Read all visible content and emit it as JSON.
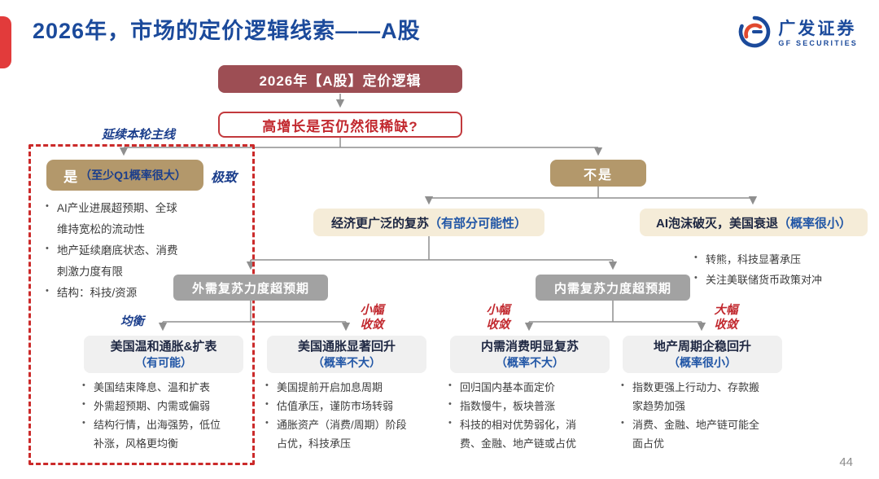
{
  "page": {
    "number": "44"
  },
  "header": {
    "title": "2026年，市场的定价逻辑线索——A股",
    "logo_cn": "广发证券",
    "logo_en": "GF SECURITIES"
  },
  "colors": {
    "accent_red": "#e23b3b",
    "title_blue": "#1b4a9b",
    "maroon_node": "#9d4e54",
    "tan_node": "#b3986b",
    "cream_node": "#f5ecd8",
    "gray_node": "#a2a2a2",
    "light_node": "#f0f0f0",
    "blue_label": "#1b3e8c",
    "blue_prob": "#2156a6",
    "red_label": "#c1272d",
    "dashed_border": "#cb2a2a"
  },
  "flowchart": {
    "root": "2026年【A股】定价逻辑",
    "question": "高增长是否仍然很稀缺?",
    "yes": {
      "path_label": "延续本轮主线",
      "main": "是",
      "sub": "（至少Q1概率很大）",
      "side_label": "极致",
      "bullets": [
        "AI产业进展超预期、全球维持宽松的流动性",
        "地产延续磨底状态、消费刺激力度有限",
        "结构：科技/资源"
      ]
    },
    "no": {
      "label": "不是",
      "recovery": {
        "title": "经济更广泛的复苏",
        "prob": "（有部分可能性）"
      },
      "ai_bust": {
        "title": "AI泡沫破灭，美国衰退",
        "prob": "（概率很小）",
        "bullets": [
          "转熊，科技显著承压",
          "关注美联储货币政策对冲"
        ]
      }
    },
    "mid": [
      {
        "label": "外需复苏力度超预期"
      },
      {
        "label": "内需复苏力度超预期"
      }
    ],
    "scenarios": [
      {
        "tag": "均衡",
        "title": "美国温和通胀&扩表",
        "prob": "（有可能）",
        "bullets": [
          "美国结束降息、温和扩表",
          "外需超预期、内需或偏弱",
          "结构行情，出海强势，低位补涨，风格更均衡"
        ]
      },
      {
        "tag": "小幅\n收敛",
        "title": "美国通胀显著回升",
        "prob": "（概率不大）",
        "bullets": [
          "美国提前开启加息周期",
          "估值承压，谨防市场转弱",
          "通胀资产（消费/周期）阶段占优，科技承压"
        ]
      },
      {
        "tag": "小幅\n收敛",
        "title": "内需消费明显复苏",
        "prob": "（概率不大）",
        "bullets": [
          "回归国内基本面定价",
          "指数慢牛，板块普涨",
          "科技的相对优势弱化，消费、金融、地产链或占优"
        ]
      },
      {
        "tag": "大幅\n收敛",
        "title": "地产周期企稳回升",
        "prob": "（概率很小）",
        "bullets": [
          "指数更强上行动力、存款搬家趋势加强",
          "消费、金融、地产链可能全面占优"
        ]
      }
    ]
  }
}
